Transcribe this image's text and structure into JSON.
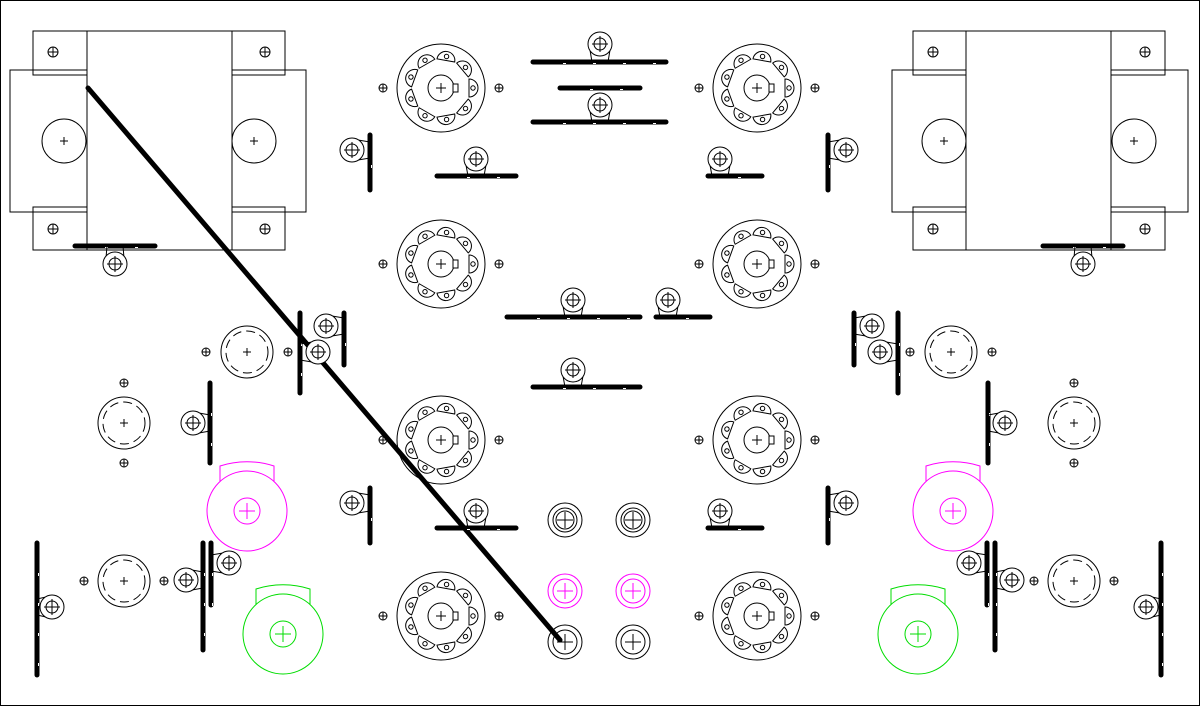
{
  "drawing": {
    "background": "#ffffff",
    "line_color": "#000000",
    "accent_colors": {
      "magenta": "#ff00ff",
      "green": "#00dd00"
    },
    "components": [
      "transformer",
      "tube-socket",
      "bracket",
      "capacitor",
      "potentiometer",
      "jack"
    ]
  }
}
